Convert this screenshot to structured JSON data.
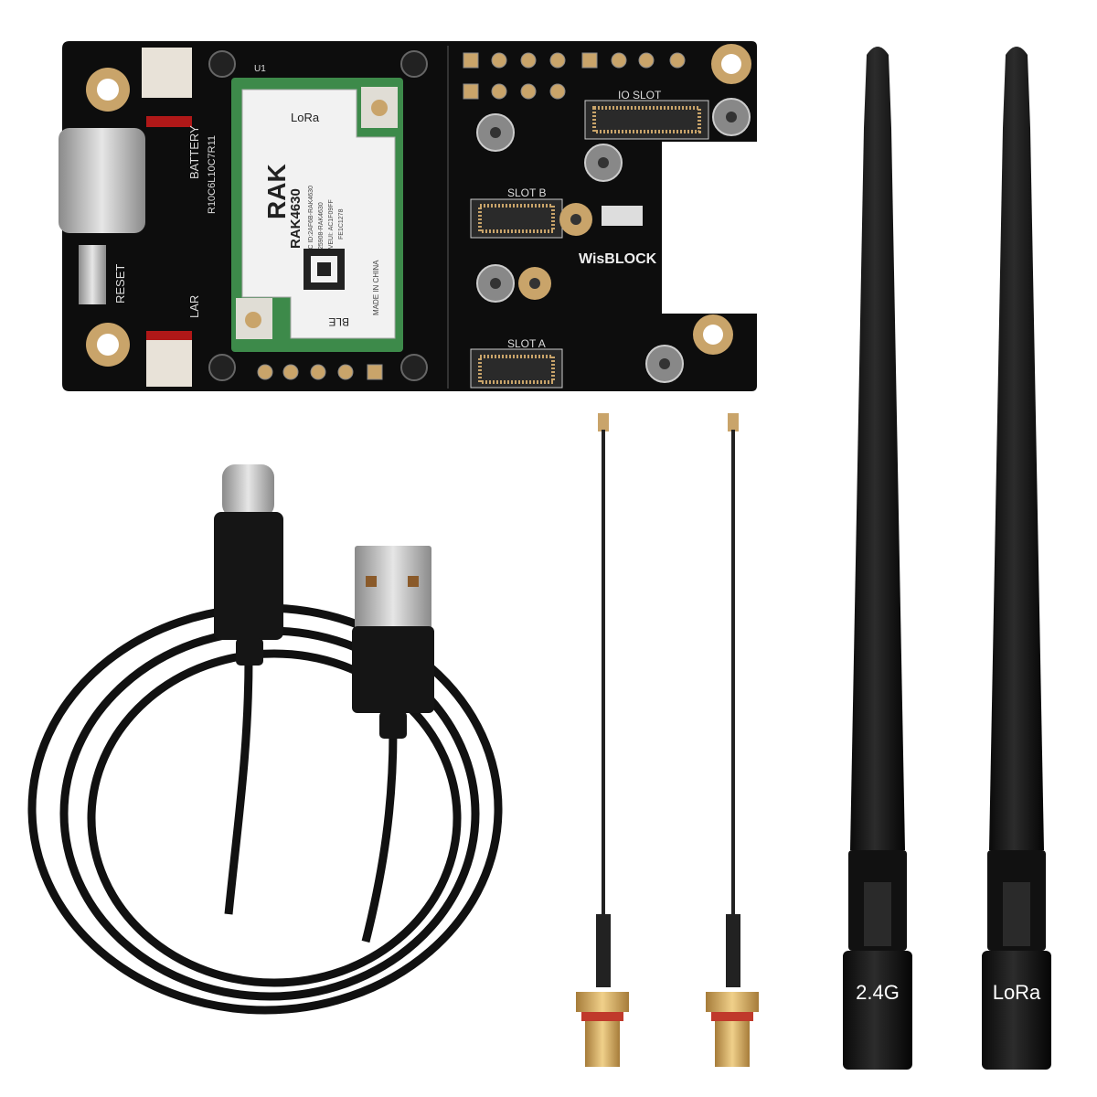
{
  "board": {
    "module_brand": "RAK",
    "module_model": "RAK4630",
    "module_lora": "LoRa",
    "module_ble": "BLE",
    "module_origin": "MADE IN CHINA",
    "module_fcc": "FCC ID:2AF6B-RAK4630",
    "module_ic": "IC:25908-RAK4630",
    "module_deveui": "DEVEUI: AC1F09FF",
    "module_serial": "FE1C1278",
    "ref_u1": "U1",
    "reset_label": "RESET",
    "battery_label": "BATTERY",
    "solar_label": "LAR",
    "slot_b": "SLOT B",
    "slot_a": "SLOT A",
    "io_slot": "IO SLOT",
    "brand": "WisBLOCK",
    "resistors": "R10C6L10C7R11"
  },
  "antennas": [
    {
      "label": "2.4G"
    },
    {
      "label": "LoRa"
    }
  ],
  "colors": {
    "pcb": "#0d0d0d",
    "gold": "#c9a46a",
    "module_green": "#3d8a4a",
    "cable": "#111111"
  }
}
